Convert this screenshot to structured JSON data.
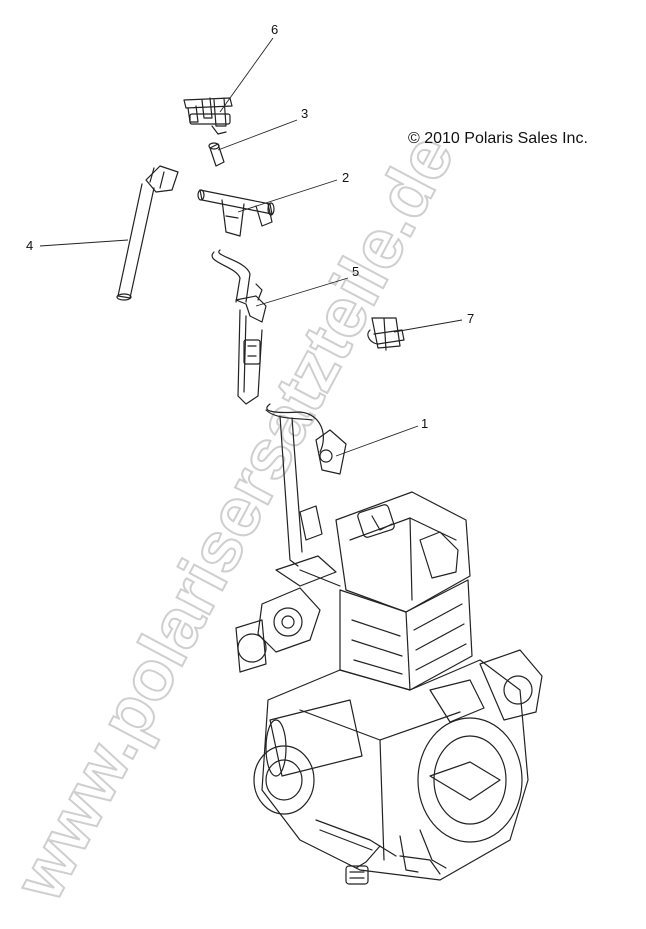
{
  "copyright": "© 2010 Polaris Sales Inc.",
  "watermark": "www.polarisersatzteile.de",
  "callouts": [
    {
      "id": "1",
      "label": "1"
    },
    {
      "id": "2",
      "label": "2"
    },
    {
      "id": "3",
      "label": "3"
    },
    {
      "id": "4",
      "label": "4"
    },
    {
      "id": "5",
      "label": "5"
    },
    {
      "id": "6",
      "label": "6"
    },
    {
      "id": "7",
      "label": "7"
    }
  ]
}
